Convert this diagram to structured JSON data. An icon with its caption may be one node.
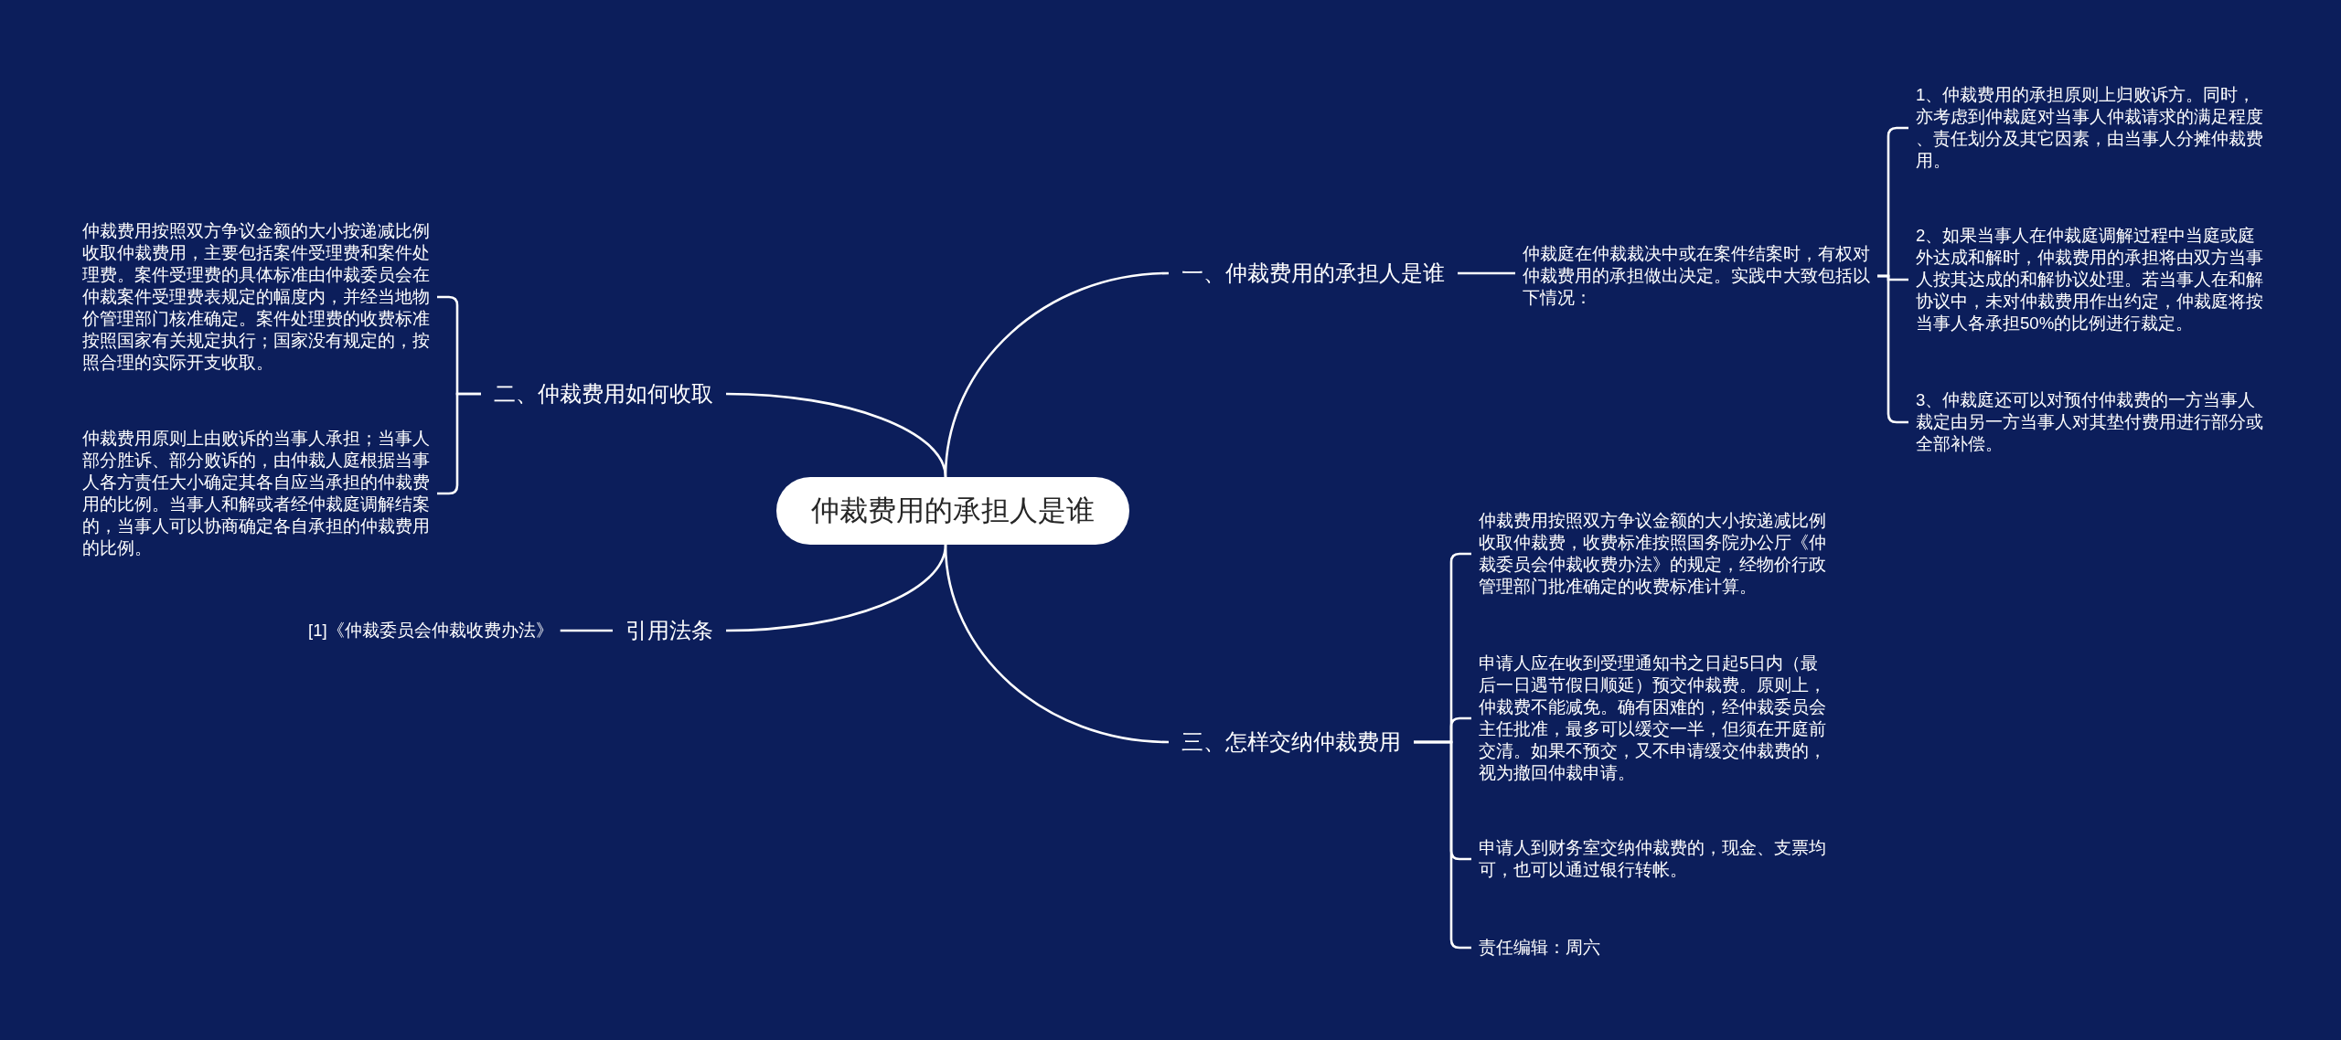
{
  "diagram": {
    "nodes": [
      {
        "text": [
          "仲裁费用的承担人是谁"
        ]
      },
      {
        "text": [
          "一、仲裁费用的承担人是谁"
        ]
      },
      {
        "text": [
          "仲裁庭在仲裁裁决中或在案件结案时，有权对仲裁费用的承担做出决定。实践中大致包括以下情况："
        ]
      },
      {
        "text": [
          "1、仲裁费用的承担原则上归败诉方。同时，亦考虑到仲裁庭对当事人仲裁请求的满足程度、责任划分及其它因素，由当事人分摊仲裁费用。"
        ]
      },
      {
        "text": [
          "2、如果当事人在仲裁庭调解过程中当庭或庭外达成和解时，仲裁费用的承担将由双方当事人按其达成的和解协议处理。若当事人在和解协议中，未对仲裁费用作出约定，仲裁庭将按当事人各承担50%的比例进行裁定。"
        ]
      },
      {
        "text": [
          "3、仲裁庭还可以对预付仲裁费的一方当事人裁定由另一方当事人对其垫付费用进行部分或全部补偿。"
        ]
      },
      {
        "text": [
          "二、仲裁费用如何收取"
        ]
      },
      {
        "text": [
          "仲裁费用按照双方争议金额的大小按递减比例收取仲裁费用，主要包括案件受理费和案件处理费。案件受理费的具体标准由仲裁委员会在仲裁案件受理费表规定的幅度内，并经当地物价管理部门核准确定。案件处理费的收费标准按照国家有关规定执行；国家没有规定的，按照合理的实际开支收取。"
        ]
      },
      {
        "text": [
          "仲裁费用原则上由败诉的当事人承担；当事人部分胜诉、部分败诉的，由仲裁人庭根据当事人各方责任大小确定其各自应当承担的仲裁费用的比例。当事人和解或者经仲裁庭调解结案的，当事人可以协商确定各自承担的仲裁费用的比例。"
        ]
      },
      {
        "text": [
          "引用法条"
        ]
      },
      {
        "text": [
          "[1]《仲裁委员会仲裁收费办法》"
        ]
      },
      {
        "text": [
          "三、怎样交纳仲裁费用"
        ]
      },
      {
        "text": [
          "仲裁费用按照双方争议金额的大小按递减比例收取仲裁费，收费标准按照国务院办公厅《仲裁委员会仲裁收费办法》的规定，经物价行政管理部门批准确定的收费标准计算。"
        ]
      },
      {
        "text": [
          "申请人应在收到受理通知书之日起5日内（最后一日遇节假日顺延）预交仲裁费。原则上，仲裁费不能减免。确有困难的，经仲裁委员会主任批准，最多可以缓交一半，但须在开庭前交清。如果不预交，又不申请缓交仲裁费的，视为撤回仲裁申请。"
        ]
      },
      {
        "text": [
          "申请人到财务室交纳仲裁费的，现金、支票均可，也可以通过银行转帐。"
        ]
      },
      {
        "text": [
          "责任编辑：周六"
        ]
      }
    ],
    "edges": [
      {
        "from": 0,
        "to": 1,
        "arrow": "none"
      },
      {
        "from": 1,
        "to": 2,
        "arrow": "none"
      },
      {
        "from": 2,
        "to": 3,
        "arrow": "none"
      },
      {
        "from": 2,
        "to": 4,
        "arrow": "none"
      },
      {
        "from": 2,
        "to": 5,
        "arrow": "none"
      },
      {
        "from": 0,
        "to": 6,
        "arrow": "none"
      },
      {
        "from": 6,
        "to": 7,
        "arrow": "none"
      },
      {
        "from": 6,
        "to": 8,
        "arrow": "none"
      },
      {
        "from": 0,
        "to": 9,
        "arrow": "none"
      },
      {
        "from": 9,
        "to": 10,
        "arrow": "none"
      },
      {
        "from": 0,
        "to": 11,
        "arrow": "none"
      },
      {
        "from": 11,
        "to": 12,
        "arrow": "none"
      },
      {
        "from": 11,
        "to": 13,
        "arrow": "none"
      },
      {
        "from": 11,
        "to": 14,
        "arrow": "none"
      },
      {
        "from": 11,
        "to": 15,
        "arrow": "none"
      }
    ]
  }
}
